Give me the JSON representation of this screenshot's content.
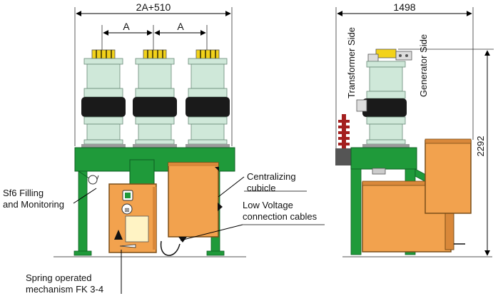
{
  "dimensions": {
    "front_width": "2A+510",
    "pole_pitch_left": "A",
    "pole_pitch_right": "A",
    "side_width": "1498",
    "side_height": "2292"
  },
  "labels": {
    "transformer_side": "Transformer Side",
    "generator_side": "Generator Side",
    "sf6_line1": "Sf6 Filling",
    "sf6_line2": "and Monitoring",
    "centralizing_line1": "Centralizing",
    "centralizing_line2": "cubicle",
    "lv_line1": "Low Voltage",
    "lv_line2": "connection cables",
    "spring_line1": "Spring operated",
    "spring_line2": "mechanism FK 3-4"
  },
  "colors": {
    "frame_green": "#1f9a3a",
    "insulator_green": "#cfe8d9",
    "black_flange": "#1a1a1a",
    "yellow_terminal": "#f2d21a",
    "cabinet_orange": "#f2a24e",
    "grey_base": "#9a9a9a"
  }
}
